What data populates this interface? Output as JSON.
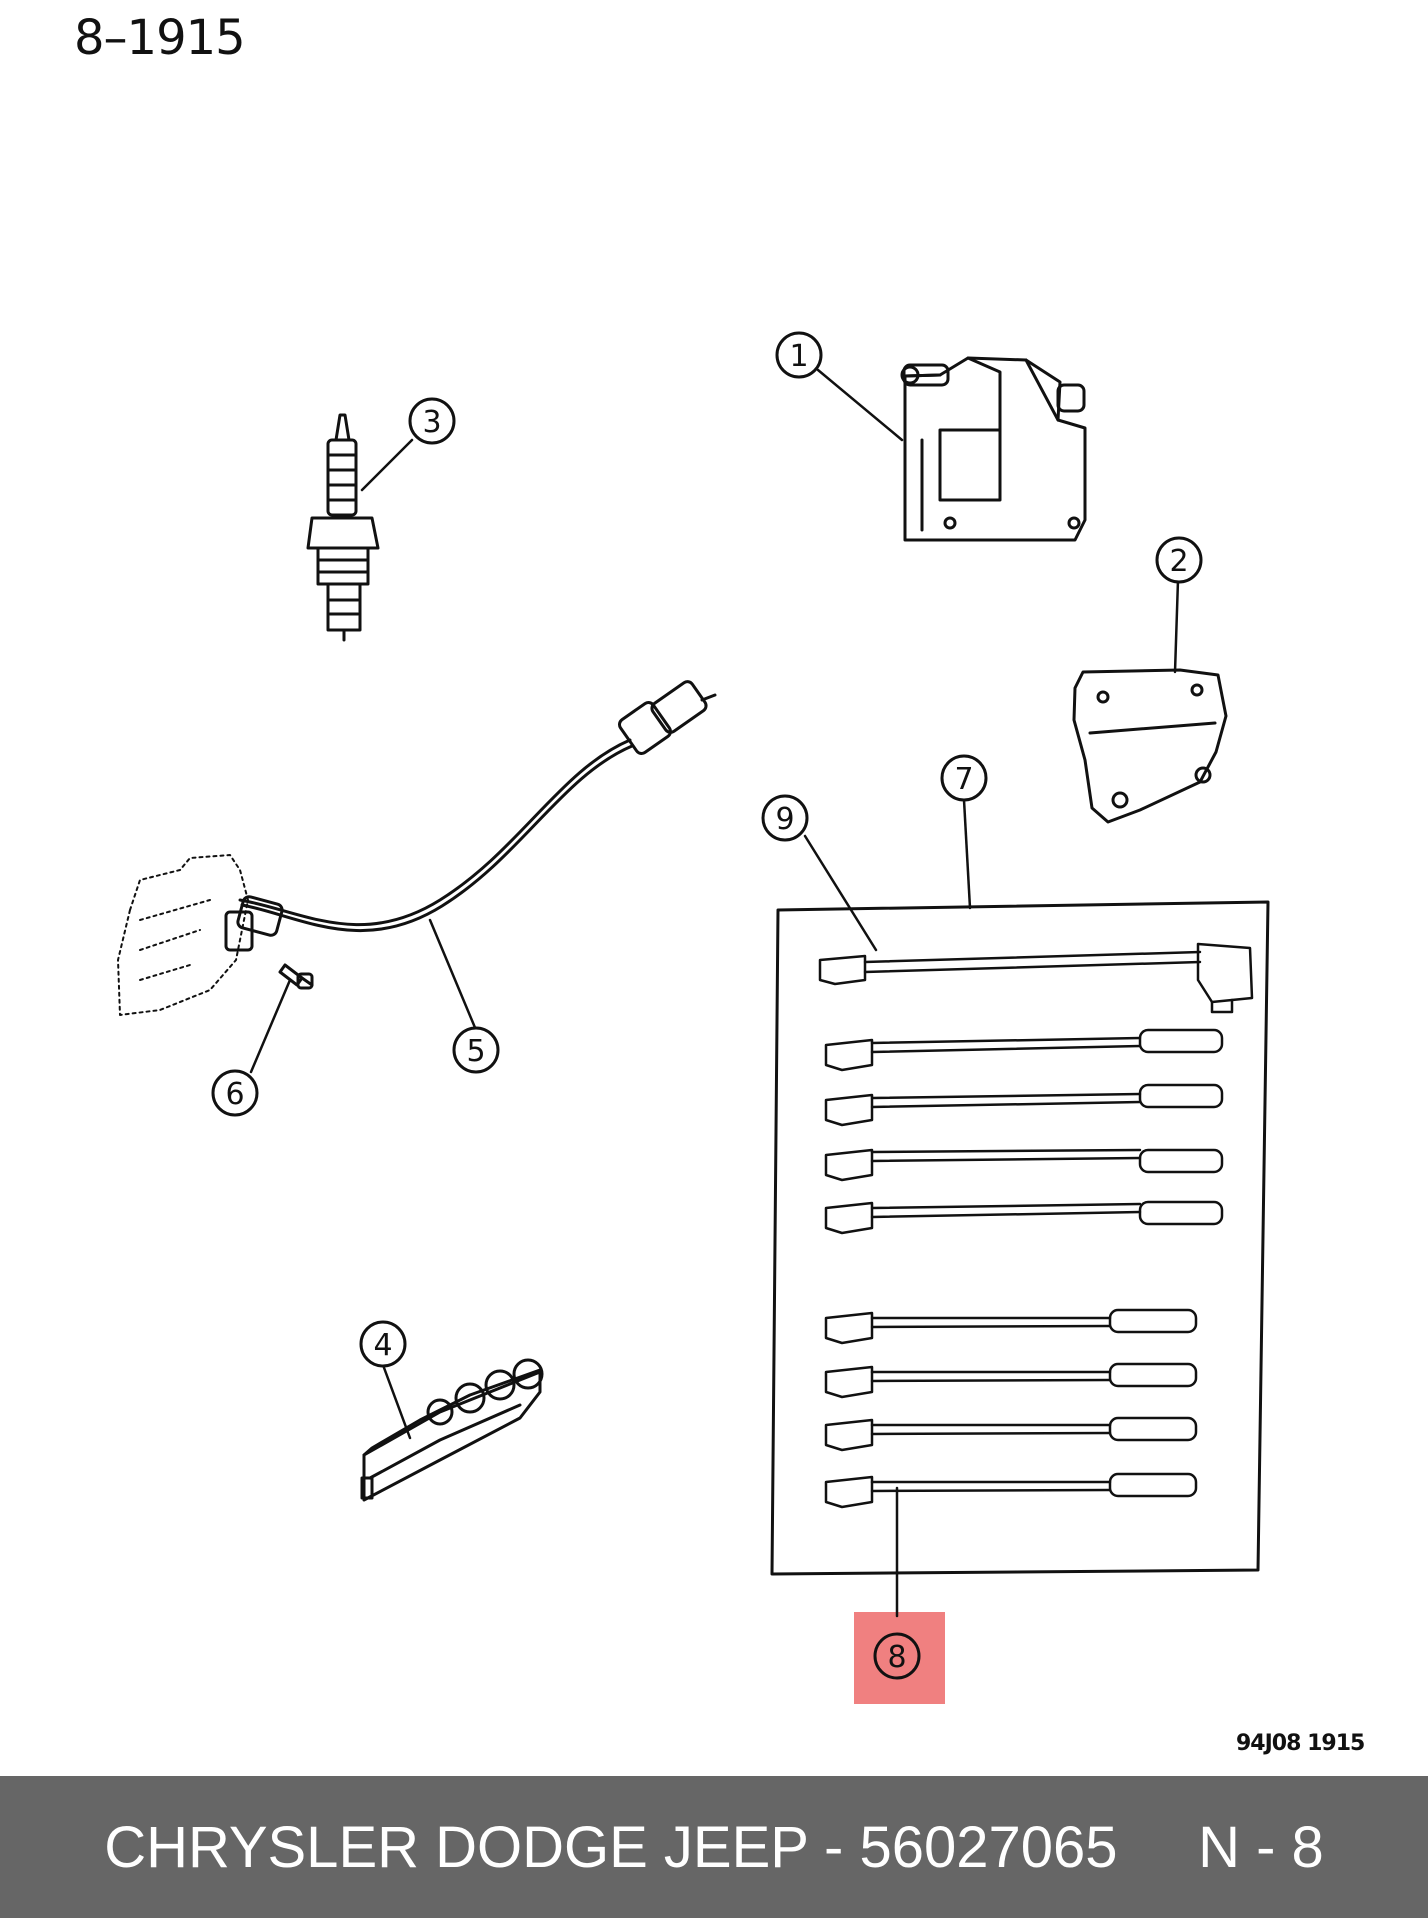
{
  "header": {
    "ref_code": "8–1915"
  },
  "diagram": {
    "code": "94J08  1915",
    "highlight_color": "#F08080",
    "highlighted_callout": "8",
    "callouts": [
      "1",
      "2",
      "3",
      "4",
      "5",
      "6",
      "7",
      "8",
      "9"
    ]
  },
  "footer": {
    "text": "CHRYSLER DODGE JEEP - 56027065     N - 8",
    "background": "#666666"
  }
}
